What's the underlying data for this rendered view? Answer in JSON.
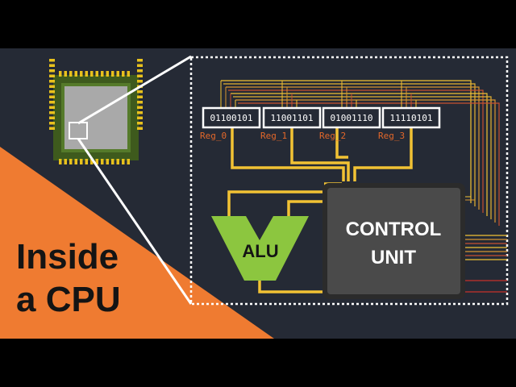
{
  "title": {
    "line1": "Inside",
    "line2": "a CPU"
  },
  "registers": [
    {
      "name": "Reg_0",
      "value": "01100101"
    },
    {
      "name": "Reg_1",
      "value": "11001101"
    },
    {
      "name": "Reg_2",
      "value": "01001110"
    },
    {
      "name": "Reg_3",
      "value": "11110101"
    }
  ],
  "alu": {
    "label": "ALU"
  },
  "control_unit": {
    "line1": "CONTROL",
    "line2": "UNIT"
  },
  "colors": {
    "background": "#252a35",
    "orange": "#ef7b31",
    "bus_yellow": "#f2c234",
    "alu_green": "#8cc63f",
    "control_unit": "#4a4a4a",
    "chip_body": "#a9a9a9",
    "chip_frame": "#3e5a1d",
    "chip_pins": "#e8c11d",
    "register_label": "#e2672a"
  }
}
